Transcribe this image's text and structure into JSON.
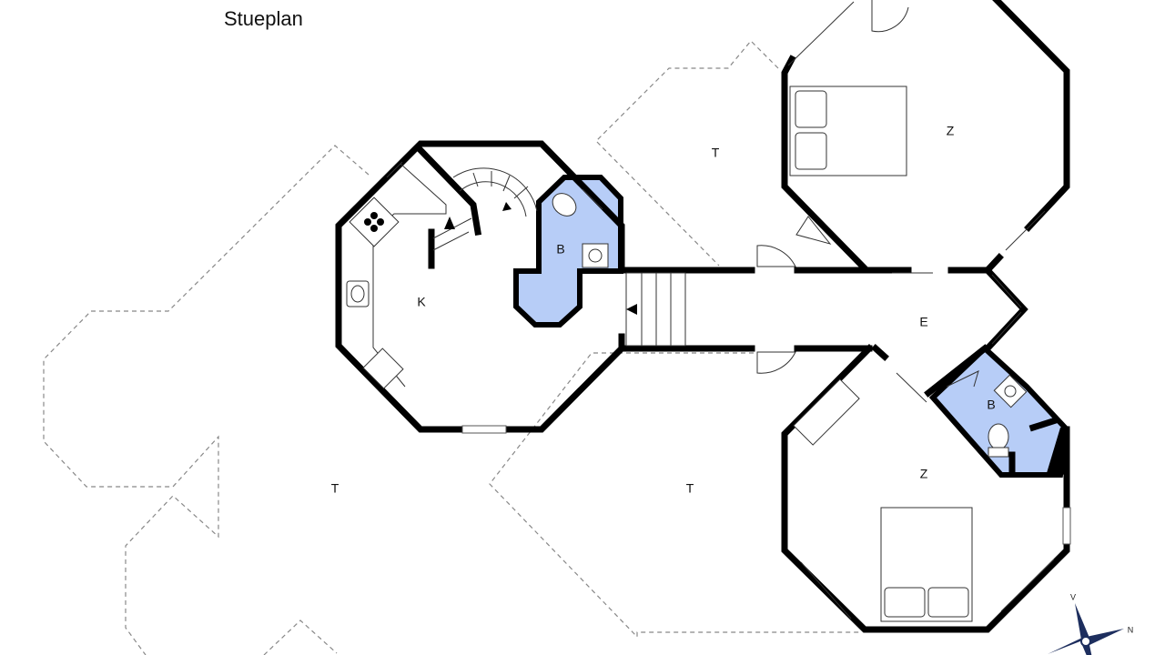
{
  "plan": {
    "title": "Stueplan",
    "colors": {
      "wall": "#000000",
      "bathroom_fill": "#b7cdf7",
      "terrace_outline": "#888888",
      "compass": "#1d2e5e"
    },
    "rooms": {
      "kitchen": "K",
      "bath_upper": "B",
      "bath_lower": "B",
      "bedroom_top": "Z",
      "bedroom_bottom": "Z",
      "entrance": "E",
      "terrace_top": "T",
      "terrace_left": "T",
      "terrace_center": "T"
    },
    "compass": {
      "north": "N",
      "west": "V"
    }
  }
}
